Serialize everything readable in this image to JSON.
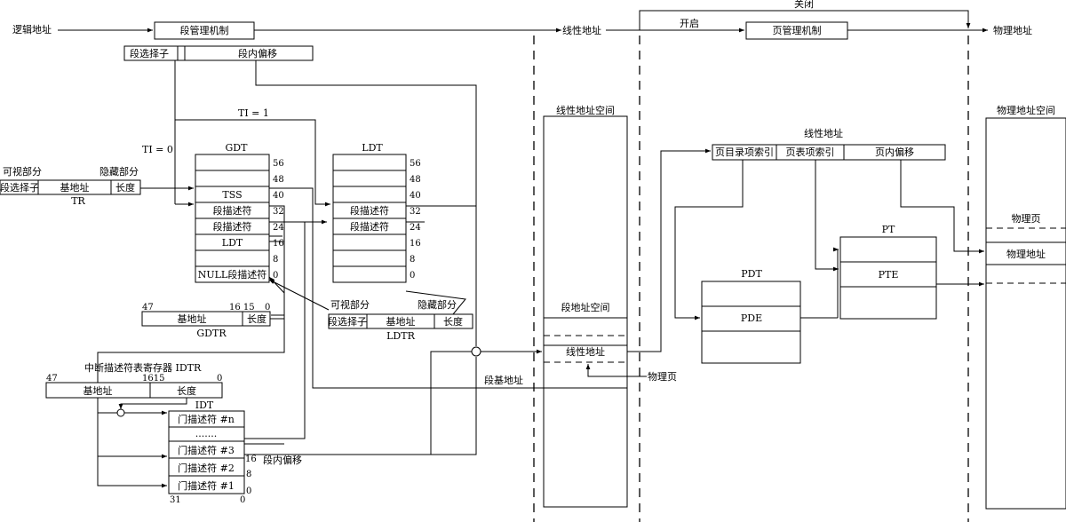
{
  "top": {
    "logical_address": "逻辑地址",
    "seg_mechanism": "段管理机制",
    "linear_address": "线性地址",
    "close": "关闭",
    "open": "开启",
    "page_mechanism": "页管理机制",
    "physical_address": "物理地址"
  },
  "selector": {
    "segment_selector": "段选择子",
    "segment_offset": "段内偏移"
  },
  "ti": {
    "ti1": "TI =  1",
    "ti0": "TI =  0"
  },
  "tr": {
    "visible": "可视部分",
    "hidden": "隐藏部分",
    "selector": "段选择子",
    "base": "基地址",
    "limit": "长度",
    "name": "TR"
  },
  "gdt": {
    "title": "GDT",
    "rows": [
      "",
      "",
      "TSS",
      "段描述符",
      "段描述符",
      "LDT",
      "",
      "NULL段描述符"
    ],
    "offsets": [
      "56",
      "48",
      "40",
      "32",
      "24",
      "16",
      "8",
      "0"
    ]
  },
  "ldt": {
    "title": "LDT",
    "rows": [
      "",
      "",
      "",
      "段描述符",
      "段描述符",
      "",
      "",
      ""
    ],
    "offsets": [
      "56",
      "48",
      "40",
      "32",
      "24",
      "16",
      "8",
      "0"
    ]
  },
  "gdtr": {
    "bits_47": "47",
    "bits_16_15": "16 15",
    "bits_0": "0",
    "base": "基地址",
    "limit": "长度",
    "name": "GDTR"
  },
  "ldtr": {
    "visible": "可视部分",
    "hidden": "隐藏部分",
    "selector": "段选择子",
    "base": "基地址",
    "limit": "长度",
    "name": "LDTR"
  },
  "idtr": {
    "title": "中断描述符表寄存器 IDTR",
    "bits_47": "47",
    "bits_1615": "1615",
    "bits_0": "0",
    "base": "基地址",
    "limit": "长度"
  },
  "idt": {
    "title": "IDT",
    "rows": [
      "门描述符 #n",
      ".......",
      "门描述符 #3",
      "门描述符 #2",
      "门描述符 #1"
    ],
    "right_labels": [
      "16",
      "8",
      "0"
    ],
    "bits_31": "31",
    "bits_0": "0"
  },
  "labels": {
    "seg_inner_offset": "段内偏移",
    "seg_base_address": "段基地址",
    "physical_page": "物理页"
  },
  "linear_space": {
    "title": "线性地址空间",
    "segment_space": "段地址空间",
    "linear_address": "线性地址"
  },
  "linear_fields": {
    "title": "线性地址",
    "dir_index": "页目录项索引",
    "table_index": "页表项索引",
    "page_offset": "页内偏移"
  },
  "paging": {
    "pdt": "PDT",
    "pde": "PDE",
    "pt": "PT",
    "pte": "PTE"
  },
  "physical_space": {
    "title": "物理地址空间",
    "physical_page": "物理页",
    "physical_address": "物理地址"
  }
}
